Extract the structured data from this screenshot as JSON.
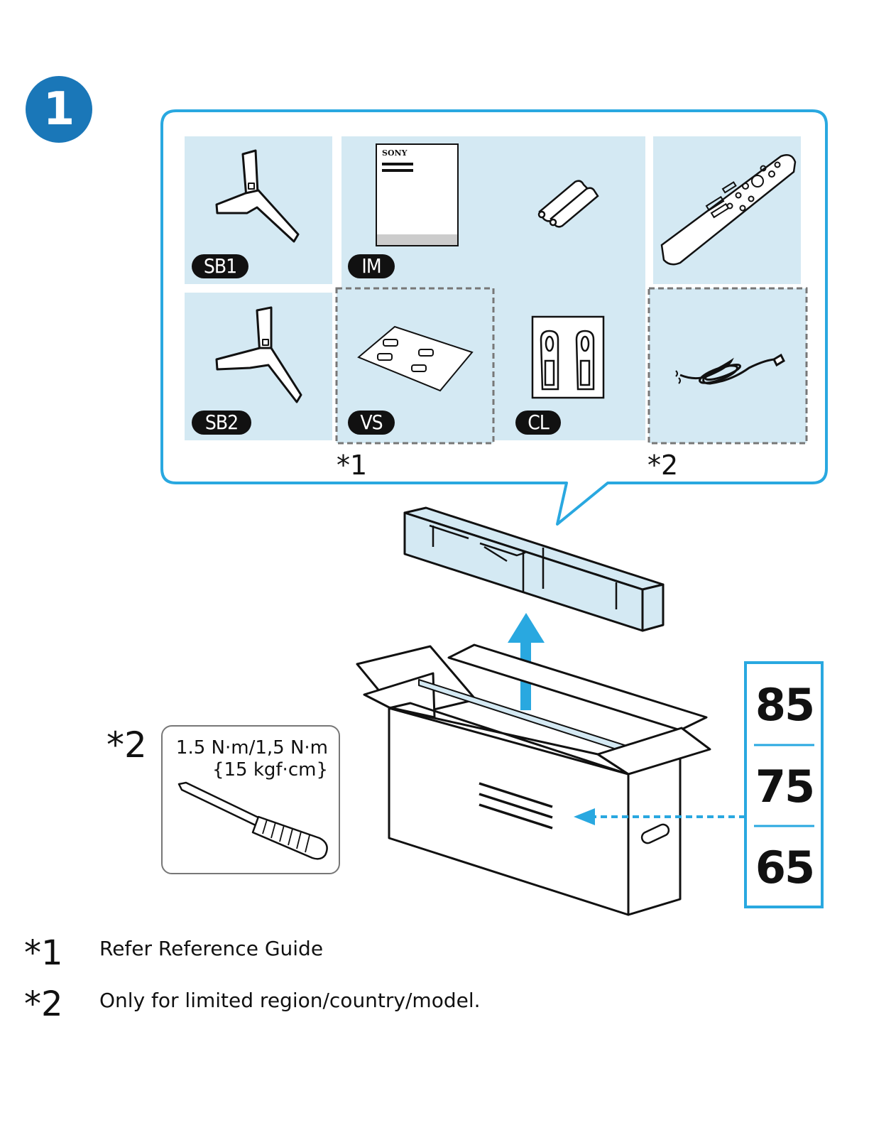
{
  "step": {
    "number": "1",
    "accent_color": "#1a77b8",
    "panel_fill": "#d4e9f3",
    "highlight": "#29a8e0"
  },
  "parts": [
    {
      "code": "SB1",
      "icon": "stand-leg-icon"
    },
    {
      "code": "IM",
      "icon": "instruction-manual-icon",
      "brand": "SONY"
    },
    {
      "code": "",
      "icon": "aaa-batteries-icon"
    },
    {
      "code": "",
      "icon": "remote-control-icon"
    },
    {
      "code": "SB2",
      "icon": "stand-leg-icon"
    },
    {
      "code": "VS",
      "icon": "screws-bag-icon"
    },
    {
      "code": "CL",
      "icon": "cable-holders-icon"
    },
    {
      "code": "",
      "icon": "power-cord-icon"
    }
  ],
  "notes": {
    "star1": "*1",
    "star2": "*2"
  },
  "tool": {
    "marker": "*2",
    "torque_line1": "1.5 N·m/1,5 N·m",
    "torque_line2": "{15 kgf·cm}",
    "icon": "screwdriver-icon"
  },
  "screen_sizes": [
    "85",
    "75",
    "65"
  ],
  "footnotes": [
    {
      "mark": "*1",
      "text": "Refer Reference Guide"
    },
    {
      "mark": "*2",
      "text": "Only for limited region/country/model."
    }
  ]
}
